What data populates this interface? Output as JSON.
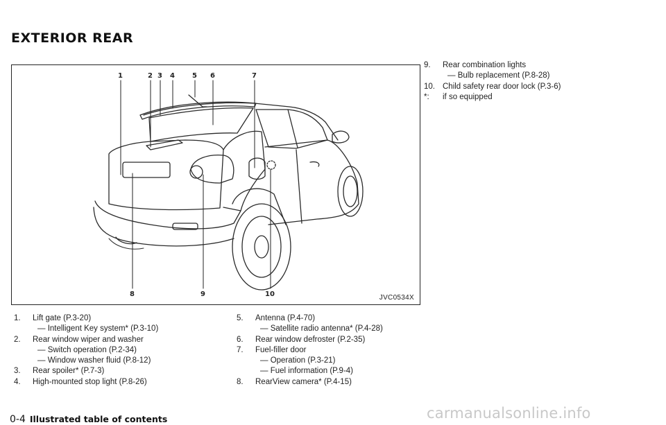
{
  "title": "EXTERIOR REAR",
  "figure": {
    "code": "JVC0534X",
    "callouts_top": [
      "1",
      "2",
      "3",
      "4",
      "5",
      "6",
      "7"
    ],
    "callouts_bottom": [
      "8",
      "9",
      "10"
    ]
  },
  "col1": {
    "items": [
      {
        "num": "1.",
        "text": "Lift gate (P.3-20)",
        "subs": [
          "— Intelligent Key system* (P.3-10)"
        ]
      },
      {
        "num": "2.",
        "text": "Rear window wiper and washer",
        "subs": [
          "— Switch operation (P.2-34)",
          "— Window washer fluid (P.8-12)"
        ]
      },
      {
        "num": "3.",
        "text": "Rear spoiler* (P.7-3)",
        "subs": []
      },
      {
        "num": "4.",
        "text": "High-mounted stop light (P.8-26)",
        "subs": []
      }
    ]
  },
  "col2": {
    "items": [
      {
        "num": "5.",
        "text": "Antenna (P.4-70)",
        "subs": [
          "— Satellite radio antenna* (P.4-28)"
        ]
      },
      {
        "num": "6.",
        "text": "Rear window defroster (P.2-35)",
        "subs": []
      },
      {
        "num": "7.",
        "text": "Fuel-filler door",
        "subs": [
          "— Operation (P.3-21)",
          "— Fuel information (P.9-4)"
        ]
      },
      {
        "num": "8.",
        "text": "RearView camera* (P.4-15)",
        "subs": []
      }
    ]
  },
  "col3": {
    "items": [
      {
        "num": "9.",
        "text": "Rear combination lights",
        "subs": [
          "— Bulb replacement (P.8-28)"
        ]
      },
      {
        "num": "10.",
        "text": "Child safety rear door lock (P.3-6)",
        "subs": []
      },
      {
        "num": "*:",
        "text": "if so equipped",
        "subs": []
      }
    ]
  },
  "footer": {
    "page": "0-4",
    "section": "Illustrated table of contents"
  },
  "watermark": "carmanualsonline.info"
}
